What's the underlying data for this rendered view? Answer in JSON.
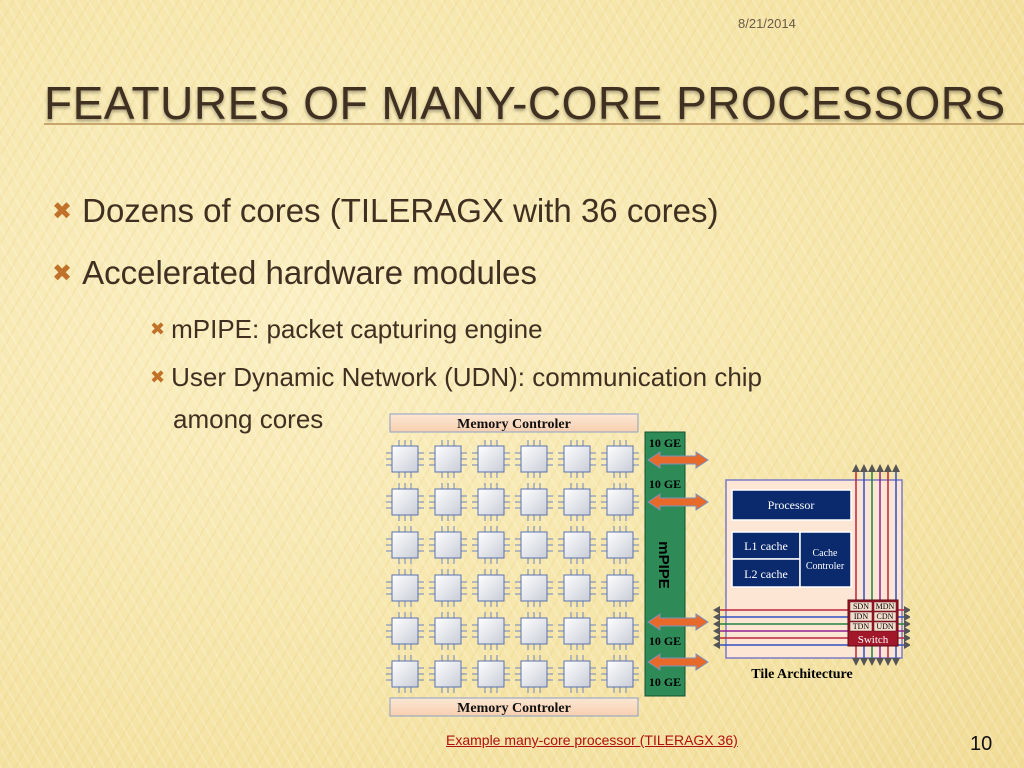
{
  "slide": {
    "date": "8/21/2014",
    "title": "FEATURES OF MANY-CORE PROCESSORS",
    "page_number": "10"
  },
  "bullets": [
    {
      "icon": "x-bullet-icon",
      "text": "Dozens of cores (TILERAGX with 36 cores)"
    },
    {
      "icon": "x-bullet-icon",
      "text": "Accelerated hardware modules"
    }
  ],
  "sub_bullets": [
    {
      "icon": "x-bullet-icon",
      "text": "mPIPE: packet capturing engine"
    },
    {
      "icon": "x-bullet-icon",
      "line1": "User Dynamic Network (UDN): communication chip",
      "line2": "among cores"
    }
  ],
  "diagram": {
    "memory_controller_top": "Memory Controler",
    "memory_controller_bottom": "Memory Controler",
    "mpipe_label": "mPIPE",
    "ports": [
      "10 GE",
      "10 GE",
      "10 GE",
      "10 GE"
    ],
    "tile": {
      "processor": "Processor",
      "l1_cache": "L1 cache",
      "l2_cache": "L2 cache",
      "cache_controller_line1": "Cache",
      "cache_controller_line2": "Controler",
      "networks": [
        "SDN",
        "MDN",
        "IDN",
        "CDN",
        "TDN",
        "UDN"
      ],
      "switch": "Switch",
      "caption": "Tile Architecture"
    },
    "colors": {
      "mpipe_green": "#2e8b57",
      "tile_navy": "#0b2a6e",
      "arrow_orange": "#e86a2a",
      "switch_red": "#a0182a"
    }
  },
  "caption": "Example many-core processor (TILERAGX 36)"
}
